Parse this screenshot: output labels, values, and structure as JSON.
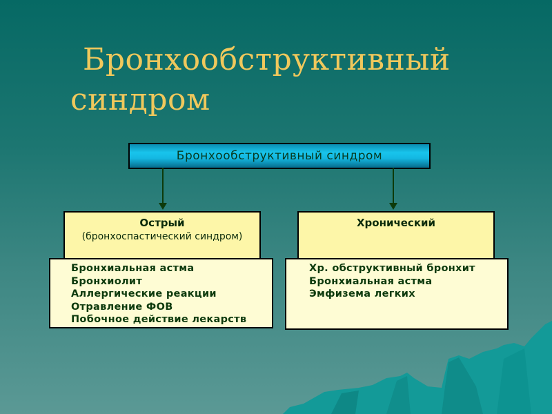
{
  "slide": {
    "title_line1": "Бронхообструктивный",
    "title_line2": "синдром",
    "colors": {
      "title": "#f0c85c",
      "background_top": "#066964",
      "background_bottom": "#5b9995",
      "root_box": "#18c4ec",
      "header_box": "#fdf6a8",
      "list_box": "#fefcd4",
      "arrow": "#0d3a0a"
    }
  },
  "diagram": {
    "root": {
      "label": "Бронхообструктивный синдром"
    },
    "branches": [
      {
        "title": "Острый",
        "subtitle": "(бронхоспастический синдром)",
        "items": [
          "Бронхиальная астма",
          "Бронхиолит",
          "Аллергические реакции",
          "Отравление ФОВ",
          "Побочное действие лекарств"
        ]
      },
      {
        "title": "Хронический",
        "subtitle": "",
        "items": [
          "Хр. обструктивный бронхит",
          "Бронхиальная астма",
          "Эмфизема легких"
        ]
      }
    ]
  }
}
